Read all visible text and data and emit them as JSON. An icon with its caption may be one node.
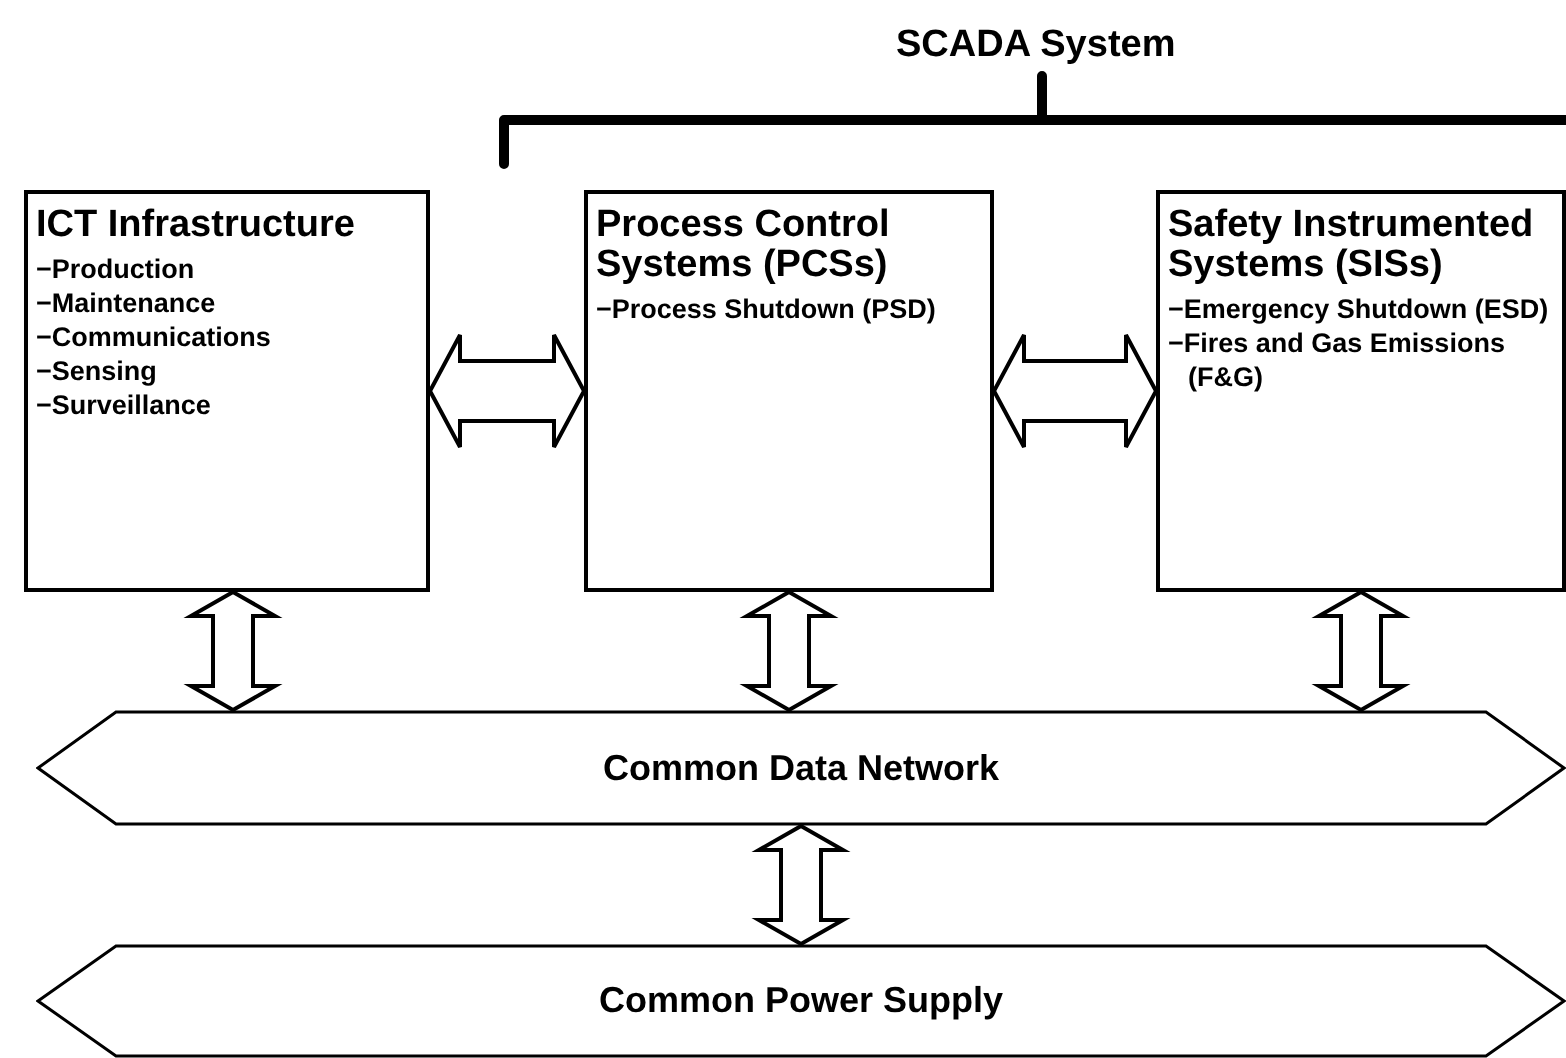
{
  "diagram": {
    "title": "SCADA System",
    "nodes": [
      {
        "text": [
          "ICT Infrastructure",
          "−Production",
          "−Maintenance",
          "−Communications",
          "−Sensing",
          "−Surveillance"
        ]
      },
      {
        "text": [
          "Process Control Systems (PCSs)",
          "−Process Shutdown (PSD)"
        ]
      },
      {
        "text": [
          "Safety Instrumented Systems (SISs)",
          "−Emergency Shutdown (ESD)",
          "−Fires and Gas Emissions (F&G)"
        ]
      },
      {
        "text": [
          "Common Data Network"
        ]
      },
      {
        "text": [
          "Common Power Supply"
        ]
      }
    ],
    "edges": [
      {
        "from": 0,
        "to": 1,
        "arrow": "both"
      },
      {
        "from": 1,
        "to": 2,
        "arrow": "both"
      },
      {
        "from": 0,
        "to": 3,
        "arrow": "both"
      },
      {
        "from": 1,
        "to": 3,
        "arrow": "both"
      },
      {
        "from": 2,
        "to": 3,
        "arrow": "both"
      },
      {
        "from": 3,
        "to": 4,
        "arrow": "both"
      }
    ]
  }
}
